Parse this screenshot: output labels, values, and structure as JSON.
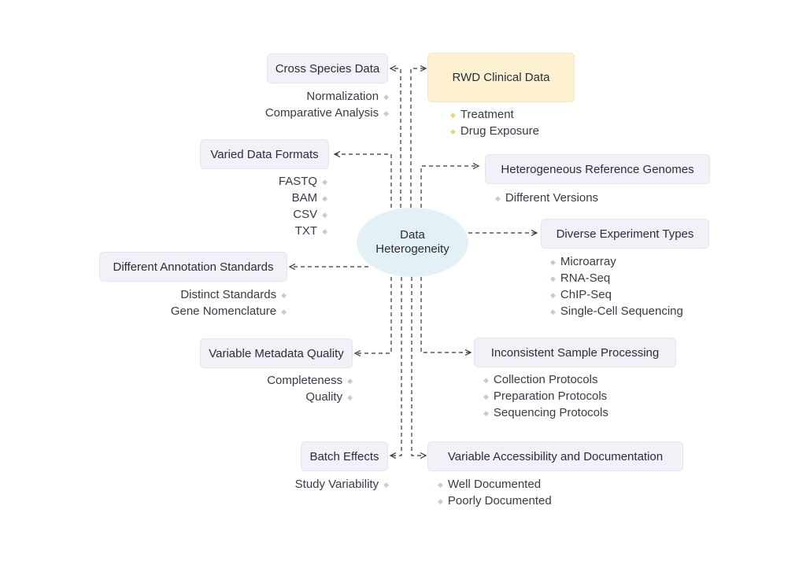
{
  "center": {
    "line1": "Data",
    "line2": "Heterogeneity"
  },
  "left": {
    "cross_species": {
      "label": "Cross Species Data",
      "items": [
        "Normalization",
        "Comparative Analysis"
      ]
    },
    "varied_formats": {
      "label": "Varied Data Formats",
      "items": [
        "FASTQ",
        "BAM",
        "CSV",
        "TXT"
      ]
    },
    "annotation_standards": {
      "label": "Different Annotation Standards",
      "items": [
        "Distinct Standards",
        "Gene Nomenclature"
      ]
    },
    "metadata_quality": {
      "label": "Variable Metadata Quality",
      "items": [
        "Completeness",
        "Quality"
      ]
    },
    "batch_effects": {
      "label": "Batch Effects",
      "items": [
        "Study Variability"
      ]
    }
  },
  "right": {
    "rwd_clinical": {
      "label": "RWD Clinical Data",
      "items": [
        "Treatment",
        "Drug Exposure"
      ]
    },
    "reference_genomes": {
      "label": "Heterogeneous Reference Genomes",
      "items": [
        "Different Versions"
      ]
    },
    "experiment_types": {
      "label": "Diverse Experiment Types",
      "items": [
        "Microarray",
        "RNA-Seq",
        "ChIP-Seq",
        "Single-Cell Sequencing"
      ]
    },
    "sample_processing": {
      "label": "Inconsistent Sample Processing",
      "items": [
        "Collection Protocols",
        "Preparation Protocols",
        "Sequencing Protocols"
      ]
    },
    "accessibility": {
      "label": "Variable Accessibility and Documentation",
      "items": [
        "Well Documented",
        "Poorly Documented"
      ]
    }
  },
  "colors": {
    "node_fill": "#f3f1f8",
    "highlight_fill": "#fdf1d2",
    "center_fill": "#e3f1f7",
    "bullet": "#cbc6dd",
    "highlight_bullet": "#f0cf86",
    "connector": "#333333"
  }
}
